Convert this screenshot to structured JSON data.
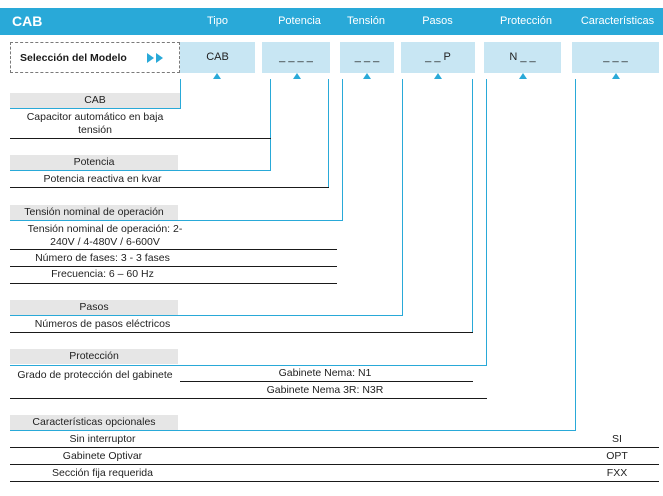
{
  "header": {
    "brand": "CAB",
    "columns": [
      "Tipo",
      "Potencia",
      "Tensión",
      "Pasos",
      "Protección",
      "Características"
    ]
  },
  "selector": {
    "label": "Selección del Modelo",
    "cells": [
      "CAB",
      "_ _ _ _",
      "_ _ _",
      "_ _ P",
      "N _ _",
      "_ _ _"
    ]
  },
  "sections": {
    "cab": {
      "title": "CAB",
      "desc": "Capacitor automático en baja tensión"
    },
    "potencia": {
      "title": "Potencia",
      "desc": "Potencia reactiva en kvar"
    },
    "tension": {
      "title": "Tensión nominal de operación",
      "rows": [
        "Tensión nominal de operación: 2-240V / 4-480V / 6-600V",
        "Número de fases: 3 - 3 fases",
        "Frecuencia: 6 – 60 Hz"
      ]
    },
    "pasos": {
      "title": "Pasos",
      "desc": "Números de pasos eléctricos"
    },
    "proteccion": {
      "title": "Protección",
      "desc": "Grado de protección del gabinete",
      "options": [
        "Gabinete Nema: N1",
        "Gabinete Nema 3R: N3R"
      ]
    },
    "caracteristicas": {
      "title": "Características opcionales",
      "rows": [
        {
          "label": "Sin interruptor",
          "code": "SI"
        },
        {
          "label": "Gabinete Optivar",
          "code": "OPT"
        },
        {
          "label": "Sección fija requerida",
          "code": "FXX"
        }
      ]
    }
  },
  "colors": {
    "accent": "#29a9d8",
    "cell": "#c8e6f3",
    "label_bg": "#e6e6e6"
  }
}
